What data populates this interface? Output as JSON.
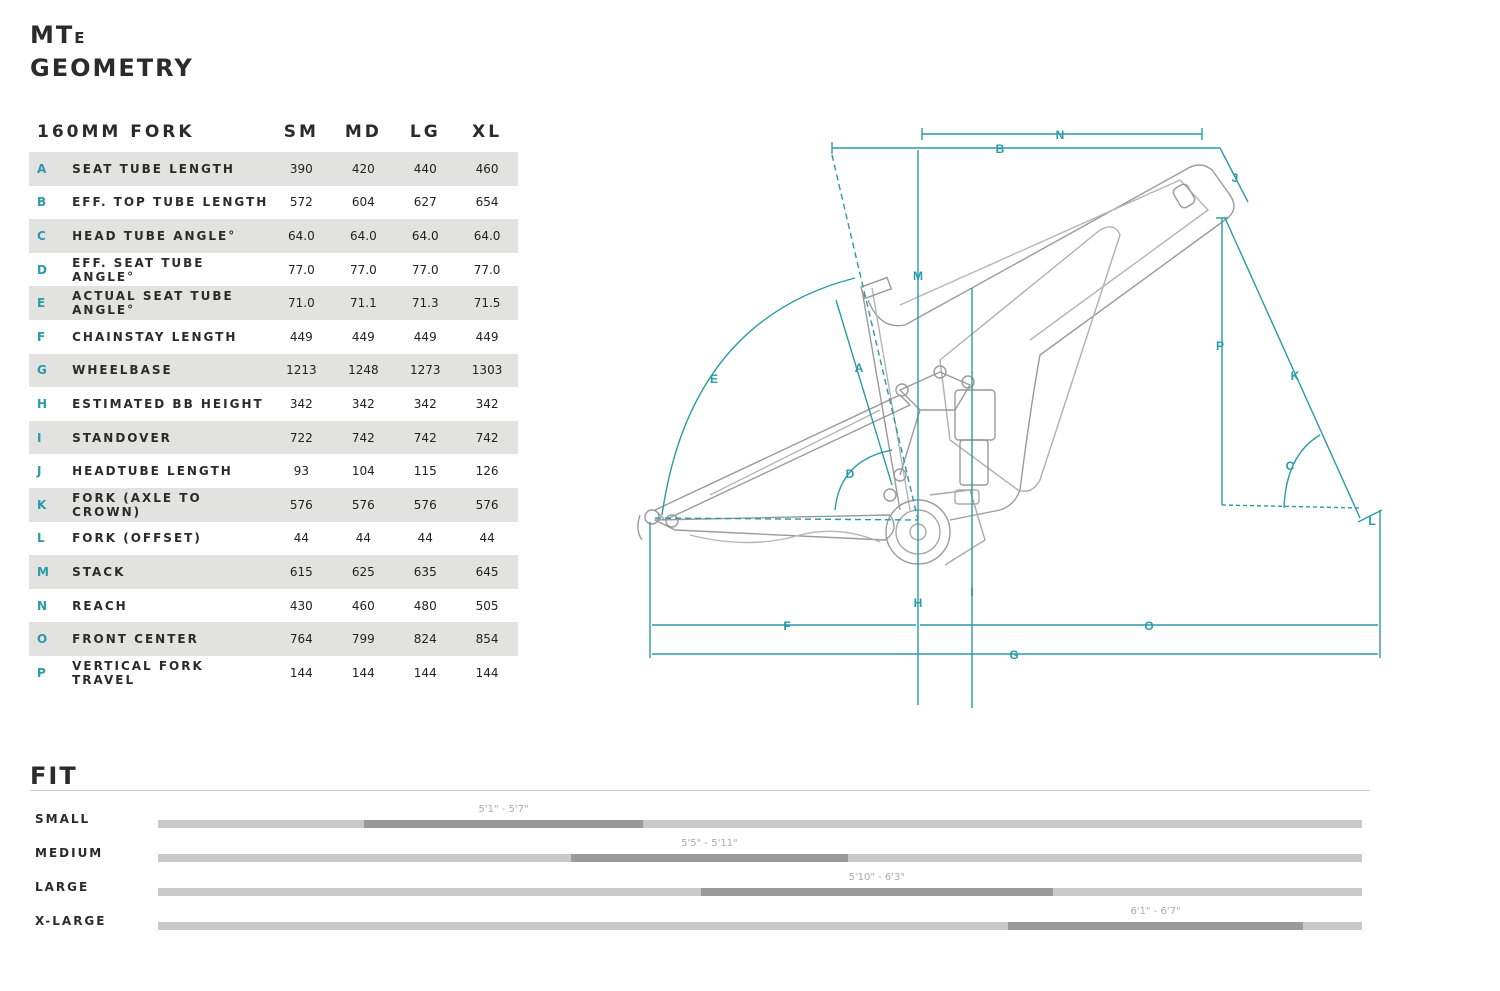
{
  "header": {
    "title_main": "MT",
    "title_sub": "E",
    "title_line2": "GEOMETRY"
  },
  "table": {
    "fork_heading": "160MM FORK",
    "sizes": [
      "SM",
      "MD",
      "LG",
      "XL"
    ],
    "rows": [
      {
        "code": "A",
        "label": "SEAT TUBE LENGTH",
        "values": [
          "390",
          "420",
          "440",
          "460"
        ]
      },
      {
        "code": "B",
        "label": "EFF. TOP TUBE LENGTH",
        "values": [
          "572",
          "604",
          "627",
          "654"
        ]
      },
      {
        "code": "C",
        "label": "HEAD TUBE ANGLE°",
        "values": [
          "64.0",
          "64.0",
          "64.0",
          "64.0"
        ]
      },
      {
        "code": "D",
        "label": "EFF. SEAT TUBE ANGLE°",
        "values": [
          "77.0",
          "77.0",
          "77.0",
          "77.0"
        ]
      },
      {
        "code": "E",
        "label": "ACTUAL SEAT TUBE ANGLE°",
        "values": [
          "71.0",
          "71.1",
          "71.3",
          "71.5"
        ]
      },
      {
        "code": "F",
        "label": "CHAINSTAY LENGTH",
        "values": [
          "449",
          "449",
          "449",
          "449"
        ]
      },
      {
        "code": "G",
        "label": "WHEELBASE",
        "values": [
          "1213",
          "1248",
          "1273",
          "1303"
        ]
      },
      {
        "code": "H",
        "label": "ESTIMATED BB HEIGHT",
        "values": [
          "342",
          "342",
          "342",
          "342"
        ]
      },
      {
        "code": "I",
        "label": "STANDOVER",
        "values": [
          "722",
          "742",
          "742",
          "742"
        ]
      },
      {
        "code": "J",
        "label": "HEADTUBE LENGTH",
        "values": [
          "93",
          "104",
          "115",
          "126"
        ]
      },
      {
        "code": "K",
        "label": "FORK (AXLE TO CROWN)",
        "values": [
          "576",
          "576",
          "576",
          "576"
        ]
      },
      {
        "code": "L",
        "label": "FORK (OFFSET)",
        "values": [
          "44",
          "44",
          "44",
          "44"
        ]
      },
      {
        "code": "M",
        "label": "STACK",
        "values": [
          "615",
          "625",
          "635",
          "645"
        ]
      },
      {
        "code": "N",
        "label": "REACH",
        "values": [
          "430",
          "460",
          "480",
          "505"
        ]
      },
      {
        "code": "O",
        "label": "FRONT CENTER",
        "values": [
          "764",
          "799",
          "824",
          "854"
        ]
      },
      {
        "code": "P",
        "label": "VERTICAL FORK TRAVEL",
        "values": [
          "144",
          "144",
          "144",
          "144"
        ]
      }
    ]
  },
  "diagram": {
    "accent_color": "#2a9aa8",
    "frame_color": "#8a8a8a",
    "labels": {
      "A": "A",
      "B": "B",
      "C": "C",
      "D": "D",
      "E": "E",
      "F": "F",
      "G": "G",
      "H": "H",
      "I": "I",
      "J": "J",
      "K": "K",
      "L": "L",
      "M": "M",
      "N": "N",
      "O": "O",
      "P": "P"
    }
  },
  "fit": {
    "title": "FIT",
    "rows": [
      {
        "label": "SMALL",
        "range": "5'1\" - 5'7\"",
        "start": 0.171,
        "end": 0.403
      },
      {
        "label": "MEDIUM",
        "range": "5'5\" - 5'11\"",
        "start": 0.343,
        "end": 0.573
      },
      {
        "label": "LARGE",
        "range": "5'10\" - 6'3\"",
        "start": 543,
        "end": 0.743
      },
      {
        "label": "X-LARGE",
        "range": "6'1\" - 6'7\"",
        "start": 0.706,
        "end": 0.951
      }
    ]
  }
}
